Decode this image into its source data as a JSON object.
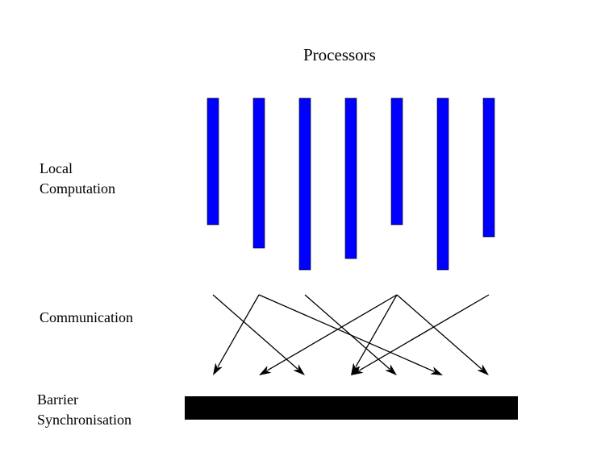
{
  "title": "Processors",
  "labels": {
    "local_computation": [
      "Local",
      "Computation"
    ],
    "communication": [
      "Communication"
    ],
    "barrier_synchronisation": [
      "Barrier",
      "Synchronisation"
    ]
  },
  "colors": {
    "processor_bar": "#0000ff",
    "barrier": "#000000",
    "arrow": "#000000"
  },
  "processors": [
    {
      "relative_work": 0.737
    },
    {
      "relative_work": 0.872
    },
    {
      "relative_work": 1.0
    },
    {
      "relative_work": 0.934
    },
    {
      "relative_work": 0.737
    },
    {
      "relative_work": 1.0
    },
    {
      "relative_work": 0.806
    }
  ],
  "messages": [
    {
      "from": 1,
      "to": 3
    },
    {
      "from": 2,
      "to": 1
    },
    {
      "from": 2,
      "to": 6
    },
    {
      "from": 3,
      "to": 5
    },
    {
      "from": 5,
      "to": 2
    },
    {
      "from": 5,
      "to": 4
    },
    {
      "from": 5,
      "to": 7
    },
    {
      "from": 7,
      "to": 4
    }
  ]
}
